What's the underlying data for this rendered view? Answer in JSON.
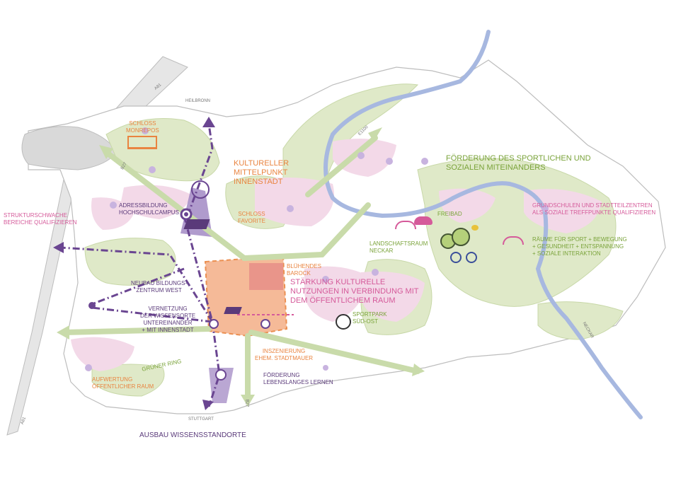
{
  "colors": {
    "green_area": "#dfe9c8",
    "pink_area": "#f3d9e8",
    "orange_core": "#f4b38d",
    "purple": "#6a4591",
    "river": "#a7b8e0",
    "road": "#c7c7c7"
  },
  "roads": {
    "a81_north": "A81",
    "a81_south": "A81",
    "b27_north": "B27",
    "b27_south": "B27",
    "e1100": "E1100",
    "heilbronn": "HEILBRONN",
    "stuttgart": "STUTTGART",
    "neckar": "NECKAR"
  },
  "labels": {
    "schloss_monrepos": "SCHLOSS\nMONREPOS",
    "kultureller_mittelpunkt": "KULTURELLER\nMITTELPUNKT\nINNENSTADT",
    "schloss_favorite": "SCHLOSS\nFAVORITE",
    "adressbildung": "ADRESSBILDUNG\nHOCHSCHULCAMPUS",
    "strukturschwache": "STRUKTURSCHWACHE\nBEREICHE QUALIFIZIEREN",
    "bluehendes_barock": "BLÜHENDES\nBAROCK",
    "staerkung": "STÄRKUNG KULTURELLE\nNUTZUNGEN IN VERBINDUNG MIT\nDEM ÖFFENTLICHEM RAUM",
    "neubau": "NEUBAU BILDUNGS-\nZENTRUM WEST",
    "vernetzung": "VERNETZUNG\nDER WISSENSORTE\nUNTEREINANDER\n+ MIT INNENSTADT",
    "sportpark": "SPORTPARK\nSÜD-OST",
    "inszenierung": "INSZENIERUNG\nEHEM. STADTMAUER",
    "foerderung_lernen": "FÖRDERUNG\nLEBENSLANGES LERNEN",
    "gruener_ring": "GRÜNER RING",
    "aufwertung": "AUFWERTUNG\nÖFFENTLICHER RAUM",
    "ausbau": "AUSBAU WISSENSSTANDORTE",
    "foerderung_sport": "FÖRDERUNG DES SPORTLICHEN UND\nSOZIALEN MITEINANDERS",
    "grundschulen": "GRUNDSCHULEN UND STADTTEILZENTREN\nALS SOZIALE TREFFPUNKTE QUALIFIZIEREN",
    "freibad": "FREIBAD",
    "landschaftsraum": "LANDSCHAFTSRAUM\nNECKAR",
    "raeume_sport": "RÄUME FÜR SPORT + BEWEGUNG\n+ GESUNDHEIT + ENTSPANNUNG\n+ SOZIALE INTERAKTION"
  },
  "icons": [
    "castle-icon",
    "bicycle-icon",
    "tree-icon",
    "soccer-ball-icon",
    "bridge-icon",
    "bee-icon",
    "graduation-cap-icon",
    "target-marker-icon",
    "tower-icon"
  ]
}
